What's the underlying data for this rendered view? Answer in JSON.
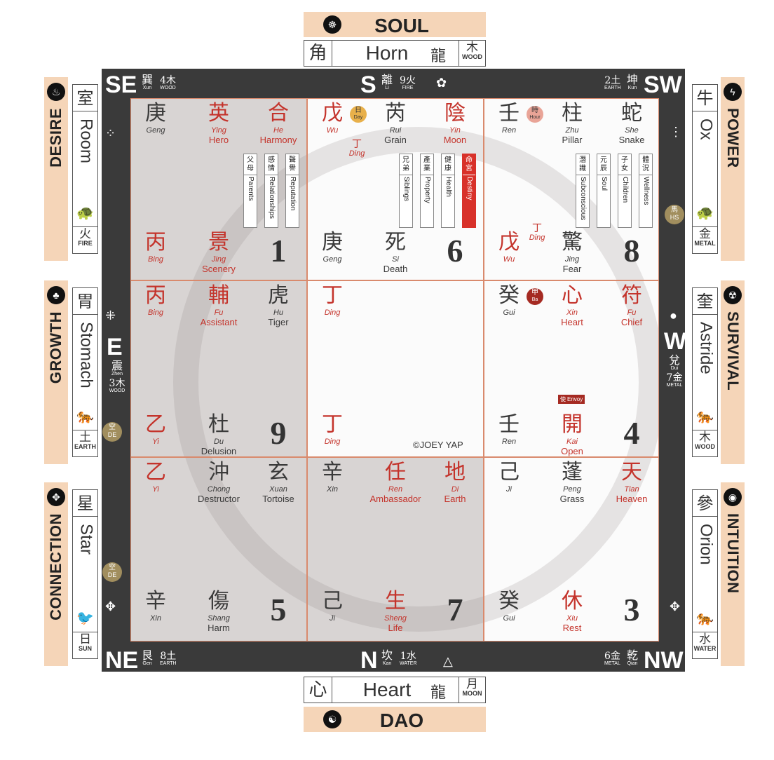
{
  "top": {
    "title": "SOUL",
    "icon": "meditation-icon",
    "mansion_char": "角",
    "mansion": "Horn",
    "animal_icon": "dragon-icon",
    "element_char": "木",
    "element": "WOOD"
  },
  "bottom": {
    "title": "DAO",
    "icon": "yin-yang-icon",
    "mansion_char": "心",
    "mansion": "Heart",
    "animal_icon": "dragon-icon",
    "element_char": "月",
    "element": "MOON"
  },
  "left": [
    {
      "title": "DESIRE",
      "icon": "flame-icon",
      "mansion_char": "室",
      "mansion": "Room",
      "animal_icon": "turtle-icon",
      "element_char": "火",
      "element": "FIRE"
    },
    {
      "title": "GROWTH",
      "icon": "tree-icon",
      "mansion_char": "胃",
      "mansion": "Stomach",
      "animal_icon": "tiger-icon",
      "element_char": "土",
      "element": "EARTH"
    },
    {
      "title": "CONNECTION",
      "icon": "knot-icon",
      "mansion_char": "星",
      "mansion": "Star",
      "animal_icon": "phoenix-icon",
      "element_char": "日",
      "element": "SUN"
    }
  ],
  "right": [
    {
      "title": "POWER",
      "icon": "lightning-icon",
      "mansion_char": "牛",
      "mansion": "Ox",
      "animal_icon": "turtle-icon",
      "element_char": "金",
      "element": "METAL"
    },
    {
      "title": "SURVIVAL",
      "icon": "radiation-icon",
      "mansion_char": "奎",
      "mansion": "Astride",
      "animal_icon": "tiger-icon",
      "element_char": "木",
      "element": "WOOD"
    },
    {
      "title": "INTUITION",
      "icon": "eye-icon",
      "mansion_char": "參",
      "mansion": "Orion",
      "animal_icon": "tiger-icon",
      "element_char": "水",
      "element": "WATER"
    }
  ],
  "compass": {
    "SE": {
      "dir": "SE",
      "trigram": "巽",
      "pinyin": "Xun",
      "num": "4木",
      "element": "WOOD"
    },
    "S": {
      "dir": "S",
      "trigram": "離",
      "pinyin": "Li",
      "num": "9火",
      "element": "FIRE"
    },
    "SW": {
      "dir": "SW",
      "trigram": "坤",
      "pinyin": "Kun",
      "num": "2土",
      "element": "EARTH"
    },
    "E": {
      "dir": "E",
      "trigram": "震",
      "pinyin": "Zhen",
      "num": "3木",
      "element": "WOOD"
    },
    "W": {
      "dir": "W",
      "trigram": "兌",
      "pinyin": "Dui",
      "num": "7金",
      "element": "METAL"
    },
    "NE": {
      "dir": "NE",
      "trigram": "艮",
      "pinyin": "Gen",
      "num": "8土",
      "element": "EARTH"
    },
    "N": {
      "dir": "N",
      "trigram": "坎",
      "pinyin": "Kan",
      "num": "1水",
      "element": "WATER"
    },
    "NW": {
      "dir": "NW",
      "trigram": "乾",
      "pinyin": "Qian",
      "num": "6金",
      "element": "METAL"
    }
  },
  "frame_badges": {
    "de1": {
      "char": "空",
      "label": "DE"
    },
    "de2": {
      "char": "空",
      "label": "DE"
    },
    "hs": {
      "char": "馬",
      "label": "HS"
    }
  },
  "colors": {
    "red": "#c4332b",
    "peach": "#f5d5b8",
    "frame": "#3a3a3a",
    "destiny": "#d8312a"
  },
  "cells": [
    {
      "number": "1",
      "shade": "gray",
      "stem": {
        "ch": "庚",
        "py": "Geng",
        "color": "dark"
      },
      "star": {
        "ch": "英",
        "py": "Ying",
        "en": "Hero",
        "color": "red"
      },
      "deity": {
        "ch": "合",
        "py": "He",
        "en": "Harmony",
        "color": "red"
      },
      "earth": {
        "ch": "丙",
        "py": "Bing",
        "color": "red"
      },
      "door": {
        "ch": "景",
        "py": "Jing",
        "en": "Scenery",
        "color": "red"
      },
      "aspects": [
        {
          "zh": "父母",
          "en": "Parents"
        },
        {
          "zh": "感情",
          "en": "Relationships"
        },
        {
          "zh": "聲譽",
          "en": "Reputation"
        }
      ]
    },
    {
      "number": "6",
      "shade": "white",
      "stem": {
        "ch": "戊",
        "py": "Wu",
        "color": "red"
      },
      "stem_badge": {
        "ch": "日",
        "en": "Day"
      },
      "extra_top": {
        "ch": "丁",
        "py": "Ding"
      },
      "star": {
        "ch": "芮",
        "py": "Rui",
        "en": "Grain",
        "color": "dark"
      },
      "deity": {
        "ch": "陰",
        "py": "Yin",
        "en": "Moon",
        "color": "red"
      },
      "earth": {
        "ch": "庚",
        "py": "Geng",
        "color": "dark"
      },
      "door": {
        "ch": "死",
        "py": "Si",
        "en": "Death",
        "color": "dark"
      },
      "aspects": [
        {
          "zh": "兄弟",
          "en": "Siblings"
        },
        {
          "zh": "產業",
          "en": "Property"
        },
        {
          "zh": "健康",
          "en": "Health"
        },
        {
          "zh": "命宮",
          "en": "Destiny",
          "highlight": true
        }
      ]
    },
    {
      "number": "8",
      "shade": "white",
      "stem": {
        "ch": "壬",
        "py": "Ren",
        "color": "dark"
      },
      "stem_badge": {
        "ch": "時",
        "en": "Hour"
      },
      "star": {
        "ch": "柱",
        "py": "Zhu",
        "en": "Pillar",
        "color": "dark"
      },
      "deity": {
        "ch": "蛇",
        "py": "She",
        "en": "Snake",
        "color": "dark"
      },
      "earth": {
        "ch": "戊",
        "py": "Wu",
        "color": "red"
      },
      "extra_bottom": {
        "ch": "丁",
        "py": "Ding"
      },
      "door": {
        "ch": "驚",
        "py": "Jing",
        "en": "Fear",
        "color": "dark"
      },
      "aspects": [
        {
          "zh": "潛識",
          "en": "Subconscious"
        },
        {
          "zh": "元辰",
          "en": "Soul"
        },
        {
          "zh": "子女",
          "en": "Children"
        },
        {
          "zh": "體況",
          "en": "Wellness"
        }
      ]
    },
    {
      "number": "9",
      "shade": "gray",
      "stem": {
        "ch": "丙",
        "py": "Bing",
        "color": "red"
      },
      "star": {
        "ch": "輔",
        "py": "Fu",
        "en": "Assistant",
        "color": "red"
      },
      "deity": {
        "ch": "虎",
        "py": "Hu",
        "en": "Tiger",
        "color": "dark"
      },
      "earth": {
        "ch": "乙",
        "py": "Yi",
        "color": "red"
      },
      "door": {
        "ch": "杜",
        "py": "Du",
        "en": "Delusion",
        "color": "dark"
      }
    },
    {
      "number": "",
      "shade": "white",
      "stem": {
        "ch": "丁",
        "py": "Ding",
        "color": "red"
      },
      "earth": {
        "ch": "丁",
        "py": "Ding",
        "color": "red"
      },
      "copyright": "©JOEY YAP"
    },
    {
      "number": "4",
      "shade": "white",
      "stem": {
        "ch": "癸",
        "py": "Gui",
        "color": "dark"
      },
      "stem_badge": {
        "ch": "甲",
        "en": "Ba"
      },
      "star": {
        "ch": "心",
        "py": "Xin",
        "en": "Heart",
        "color": "red"
      },
      "deity": {
        "ch": "符",
        "py": "Fu",
        "en": "Chief",
        "color": "red"
      },
      "earth": {
        "ch": "壬",
        "py": "Ren",
        "color": "dark"
      },
      "door": {
        "ch": "開",
        "py": "Kai",
        "en": "Open",
        "color": "red"
      },
      "door_badge": {
        "ch": "使",
        "en": "Envoy"
      }
    },
    {
      "number": "5",
      "shade": "gray",
      "stem": {
        "ch": "乙",
        "py": "Yi",
        "color": "red"
      },
      "star": {
        "ch": "沖",
        "py": "Chong",
        "en": "Destructor",
        "color": "dark"
      },
      "deity": {
        "ch": "玄",
        "py": "Xuan",
        "en": "Tortoise",
        "color": "dark"
      },
      "earth": {
        "ch": "辛",
        "py": "Xin",
        "color": "dark"
      },
      "door": {
        "ch": "傷",
        "py": "Shang",
        "en": "Harm",
        "color": "dark"
      }
    },
    {
      "number": "7",
      "shade": "gray",
      "stem": {
        "ch": "辛",
        "py": "Xin",
        "color": "dark"
      },
      "star": {
        "ch": "任",
        "py": "Ren",
        "en": "Ambassador",
        "color": "red"
      },
      "deity": {
        "ch": "地",
        "py": "Di",
        "en": "Earth",
        "color": "red"
      },
      "earth": {
        "ch": "己",
        "py": "Ji",
        "color": "dark"
      },
      "door": {
        "ch": "生",
        "py": "Sheng",
        "en": "Life",
        "color": "red"
      }
    },
    {
      "number": "3",
      "shade": "white",
      "stem": {
        "ch": "己",
        "py": "Ji",
        "color": "dark"
      },
      "star": {
        "ch": "蓬",
        "py": "Peng",
        "en": "Grass",
        "color": "dark"
      },
      "deity": {
        "ch": "天",
        "py": "Tian",
        "en": "Heaven",
        "color": "red"
      },
      "earth": {
        "ch": "癸",
        "py": "Gui",
        "color": "dark"
      },
      "door": {
        "ch": "休",
        "py": "Xiu",
        "en": "Rest",
        "color": "red"
      }
    }
  ]
}
